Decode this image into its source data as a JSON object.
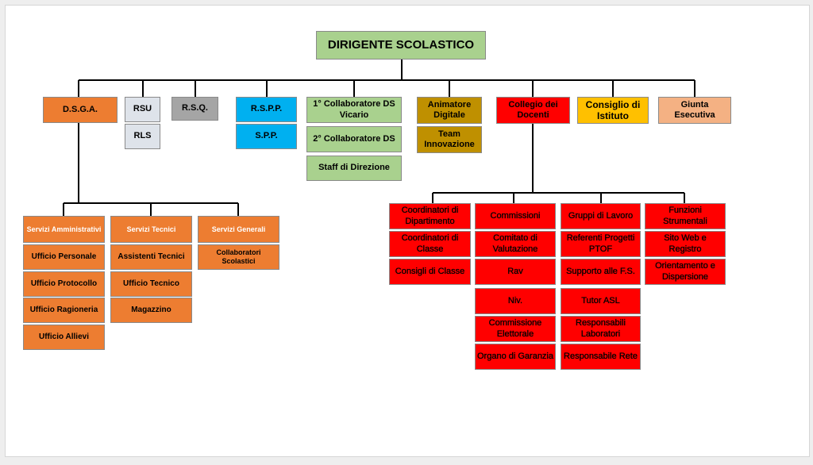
{
  "title": "DIRIGENTE SCOLASTICO",
  "level1": {
    "dsga": "D.S.G.A.",
    "rsu": "RSU",
    "rls": "RLS",
    "rsq": "R.S.Q.",
    "rspp": "R.S.P.P.",
    "spp": "S.P.P.",
    "collab1": "1° Collaboratore DS Vicario",
    "collab2": "2° Collaboratore DS",
    "staff": "Staff di Direzione",
    "animatore": "Animatore Digitale",
    "team": "Team Innovazione",
    "collegio": "Collegio dei Docenti",
    "consiglio": "Consiglio di Istituto",
    "giunta": "Giunta Esecutiva"
  },
  "dsga_branch": {
    "servizi_amm": "Servizi Amministrativi",
    "uff_personale": "Ufficio Personale",
    "uff_protocollo": "Ufficio Protocollo",
    "uff_ragioneria": "Ufficio Ragioneria",
    "uff_allievi": "Ufficio Allievi",
    "servizi_tec": "Servizi Tecnici",
    "assistenti": "Assistenti Tecnici",
    "uff_tecnico": "Ufficio Tecnico",
    "magazzino": "Magazzino",
    "servizi_gen": "Servizi Generali",
    "collaboratori": "Collaboratori Scolastici"
  },
  "collegio_branch": {
    "coord_dip": "Coordinatori di Dipartimento",
    "coord_classe": "Coordinatori di Classe",
    "consigli_classe": "Consigli di Classe",
    "commissioni": "Commissioni",
    "comitato": "Comitato di Valutazione",
    "rav": "Rav",
    "niv": "Niv.",
    "comm_elettorale": "Commissione Elettorale",
    "organo": "Organo di Garanzia",
    "gruppi": "Gruppi di Lavoro",
    "referenti": "Referenti Progetti PTOF",
    "supporto": "Supporto alle F.S.",
    "tutor": "Tutor ASL",
    "resp_lab": "Responsabili Laboratori",
    "resp_rete": "Responsabile Rete",
    "funzioni": "Funzioni Strumentali",
    "sito": "Sito Web e Registro",
    "orientamento": "Orientamento e Dispersione"
  },
  "colors": {
    "green": "#a9d18e",
    "orange": "#ed7d31",
    "light_grey": "#dee3ea",
    "grey": "#a5a5a5",
    "blue": "#00b0f0",
    "gold": "#bf9000",
    "red": "#ff0000",
    "yellow": "#ffc000",
    "peach": "#f4b183"
  }
}
